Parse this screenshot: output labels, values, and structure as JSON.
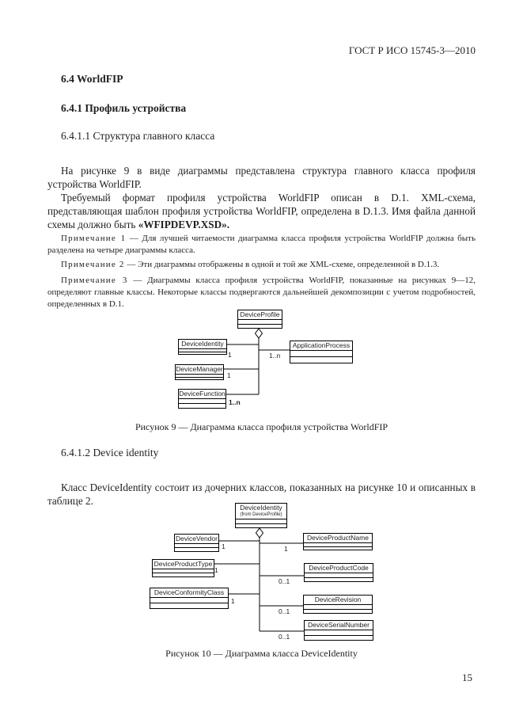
{
  "header": {
    "standard_code": "ГОСТ Р ИСО 15745-3—2010"
  },
  "sections": {
    "s64": "6.4 WorldFIP",
    "s641": "6.4.1 Профиль устройства",
    "s6411": "6.4.1.1 Структура главного класса",
    "s6412": "6.4.1.2 Device identity"
  },
  "paragraphs": {
    "p1": "На рисунке 9 в виде диаграммы представлена структура главного класса профиля устройства WorldFIP.",
    "p2_text": "Требуемый формат профиля устройства WorldFIP описан в D.1. XML-схема, представляющая шаблон профиля устройства WorldFIP, определена в D.1.3. Имя файла данной схемы должно быть",
    "p2_filename": "«WFIPDEVP.XSD».",
    "p3": "Класс DeviceIdentity состоит из дочерних классов, показанных на рисунке 10 и описанных в таблице 2."
  },
  "notes": [
    {
      "label": "Примечание 1",
      "text": "— Для лучшей читаемости диаграмма класса профиля устройства WorldFIP должна быть разделена на четыре диаграммы класса."
    },
    {
      "label": "Примечание 2",
      "text": "— Эти диаграммы отображены в одной и той же XML-схеме, определенной в D.1.3."
    },
    {
      "label": "Примечание 3",
      "text": "— Диаграммы класса профиля устройства WorldFIP, показанные на рисунках 9—12, определяют главные классы. Некоторые классы подвергаются дальнейшей декомпозиции с учетом подробностей, определенных в D.1."
    }
  ],
  "figure9": {
    "caption": "Рисунок 9 — Диаграмма класса профиля устройства WorldFIP",
    "classes": {
      "device_profile": "DeviceProfile",
      "device_identity": "DeviceIdentity",
      "application_process": "ApplicationProcess",
      "device_manager": "DeviceManager",
      "device_function": "DeviceFunction"
    },
    "multiplicities": {
      "device_identity": "1",
      "application_process": "1..n",
      "device_manager": "1",
      "device_function": "1..n"
    }
  },
  "figure10": {
    "caption": "Рисунок 10 — Диаграмма класса DeviceIdentity",
    "classes": {
      "device_identity": "DeviceIdentity",
      "device_identity_from": "(from DeviceProfile)",
      "device_vendor": "DeviceVendor",
      "device_product_name": "DeviceProductName",
      "device_product_type": "DeviceProductType",
      "device_product_code": "DeviceProductCode",
      "device_conformity_class": "DeviceConformityClass",
      "device_revision": "DeviceRevision",
      "device_serial_number": "DeviceSerialNumber"
    },
    "multiplicities": {
      "device_vendor": "1",
      "device_product_name": "1",
      "device_product_type": "1",
      "device_product_code": "0..1",
      "device_conformity_class": "1",
      "device_revision": "0..1",
      "device_serial_number": "0..1"
    }
  },
  "page": {
    "number": "15"
  },
  "colors": {
    "text": "#1f1f1f",
    "line": "#000000",
    "background": "#ffffff"
  }
}
